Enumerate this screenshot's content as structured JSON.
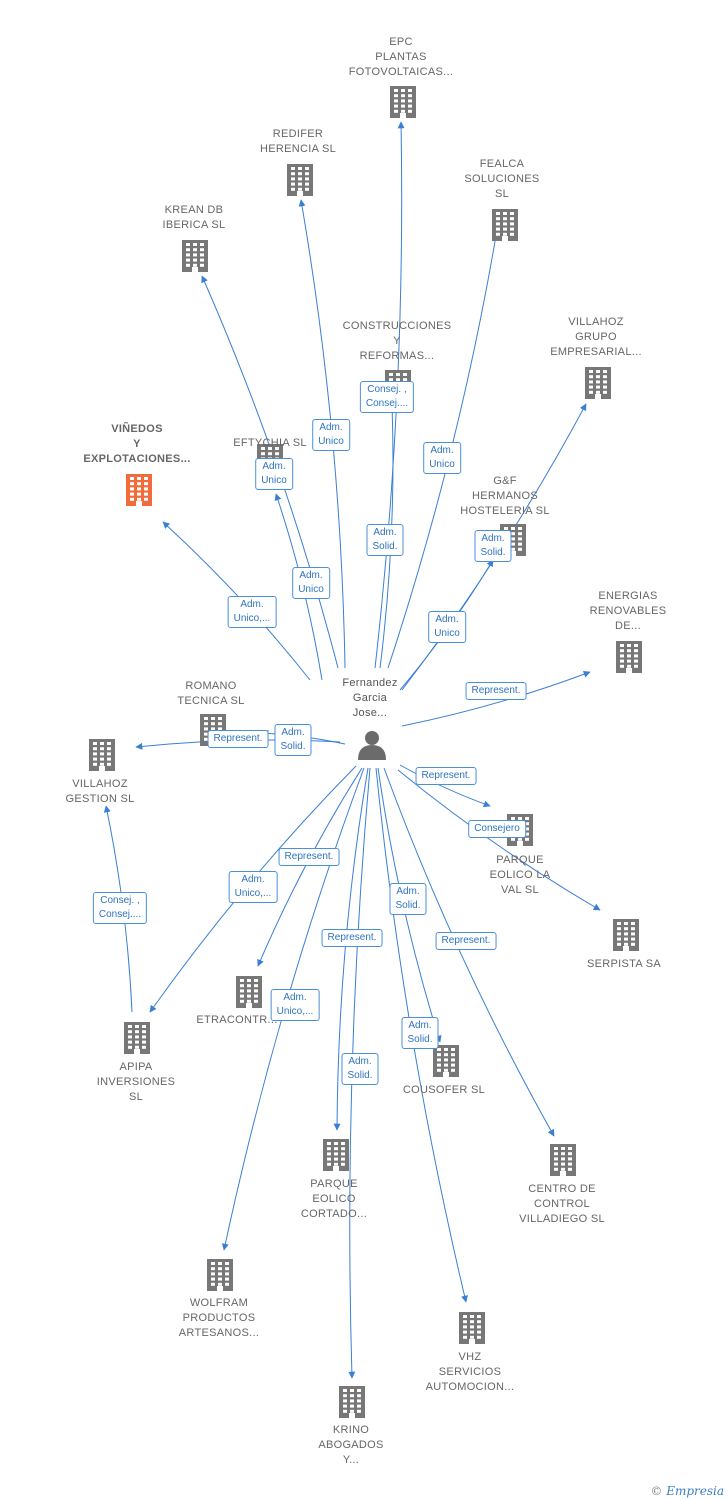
{
  "center": {
    "id": "person",
    "label": "Fernandez\nGarcia\nJose..."
  },
  "nodes": [
    {
      "id": "epc",
      "label": "EPC\nPLANTAS\nFOTOVOLTAICAS...",
      "icon": "building-icon",
      "color": "#777777"
    },
    {
      "id": "redifer",
      "label": "REDIFER\nHERENCIA  SL",
      "icon": "building-icon",
      "color": "#777777"
    },
    {
      "id": "fealca",
      "label": "FEALCA\nSOLUCIONES\nSL",
      "icon": "building-icon",
      "color": "#777777"
    },
    {
      "id": "krean",
      "label": "KREAN DB\nIBERICA  SL",
      "icon": "building-icon",
      "color": "#777777"
    },
    {
      "id": "construcciones",
      "label": "CONSTRUCCIONES\nY\nREFORMAS...",
      "icon": "building-icon",
      "color": "#777777"
    },
    {
      "id": "villahoz_grupo",
      "label": "VILLAHOZ\nGRUPO\nEMPRESARIAL...",
      "icon": "building-icon",
      "color": "#777777"
    },
    {
      "id": "vinedos",
      "label": "VIÑEDOS\nY\nEXPLOTACIONES...",
      "icon": "building-icon",
      "color": "#f26b3a"
    },
    {
      "id": "eftychia",
      "label": "EFTYCHIA  SL",
      "icon": "building-icon",
      "color": "#777777"
    },
    {
      "id": "gf",
      "label": "G&F\nHERMANOS\nHOSTELERIA SL",
      "icon": "building-icon",
      "color": "#777777"
    },
    {
      "id": "energias",
      "label": "ENERGIAS\nRENOVABLES\nDE...",
      "icon": "building-icon",
      "color": "#777777"
    },
    {
      "id": "romano",
      "label": "ROMANO\nTECNICA  SL",
      "icon": "building-icon",
      "color": "#777777"
    },
    {
      "id": "villahoz_gestion",
      "label": "VILLAHOZ\nGESTION  SL",
      "icon": "building-icon",
      "color": "#777777"
    },
    {
      "id": "parque_val",
      "label": "PARQUE\nEOLICO LA\nVAL  SL",
      "icon": "building-icon",
      "color": "#777777"
    },
    {
      "id": "serpista",
      "label": "SERPISTA SA",
      "icon": "building-icon",
      "color": "#777777"
    },
    {
      "id": "etracontrol",
      "label": "ETRACONTR...",
      "icon": "building-icon",
      "color": "#777777"
    },
    {
      "id": "apipa",
      "label": "APIPA\nINVERSIONES\nSL",
      "icon": "building-icon",
      "color": "#777777"
    },
    {
      "id": "cousofer",
      "label": "COUSOFER SL",
      "icon": "building-icon",
      "color": "#777777"
    },
    {
      "id": "parque_cortado",
      "label": "PARQUE\nEOLICO\nCORTADO...",
      "icon": "building-icon",
      "color": "#777777"
    },
    {
      "id": "centro",
      "label": "CENTRO DE\nCONTROL\nVILLADIEGO SL",
      "icon": "building-icon",
      "color": "#777777"
    },
    {
      "id": "wolfram",
      "label": "WOLFRAM\nPRODUCTOS\nARTESANOS...",
      "icon": "building-icon",
      "color": "#777777"
    },
    {
      "id": "vhz",
      "label": "VHZ\nSERVICIOS\nAUTOMOCION...",
      "icon": "building-icon",
      "color": "#777777"
    },
    {
      "id": "krino",
      "label": "KRINO\nABOGADOS\nY...",
      "icon": "building-icon",
      "color": "#777777"
    }
  ],
  "edges": [
    {
      "from": "person",
      "to": "epc",
      "label": "Consej. ,\nConsej...."
    },
    {
      "from": "person",
      "to": "redifer",
      "label": "Adm.\nUnico"
    },
    {
      "from": "person",
      "to": "fealca",
      "label": "Adm.\nUnico"
    },
    {
      "from": "person",
      "to": "krean",
      "label": "Adm.\nUnico"
    },
    {
      "from": "person",
      "to": "construcciones",
      "label": "Adm.\nSolid."
    },
    {
      "from": "person",
      "to": "villahoz_grupo",
      "label": "Adm.\nSolid."
    },
    {
      "from": "person",
      "to": "vinedos",
      "label": "Adm.\nUnico,..."
    },
    {
      "from": "person",
      "to": "eftychia",
      "label": "Adm.\nUnico"
    },
    {
      "from": "person",
      "to": "gf",
      "label": "Adm.\nUnico"
    },
    {
      "from": "person",
      "to": "energias",
      "label": "Represent."
    },
    {
      "from": "person",
      "to": "romano",
      "label": "Adm.\nSolid."
    },
    {
      "from": "person",
      "to": "villahoz_gestion",
      "label": "Represent."
    },
    {
      "from": "person",
      "to": "parque_val",
      "label": "Represent."
    },
    {
      "from": "person",
      "to": "serpista",
      "label": "Consejero"
    },
    {
      "from": "person",
      "to": "etracontrol",
      "label": "Represent."
    },
    {
      "from": "person",
      "to": "apipa",
      "label": "Adm.\nUnico,..."
    },
    {
      "from": "apipa",
      "to": "villahoz_gestion",
      "label": "Consej. ,\nConsej...."
    },
    {
      "from": "person",
      "to": "cousofer",
      "label": "Adm.\nSolid."
    },
    {
      "from": "person",
      "to": "parque_cortado",
      "label": "Represent."
    },
    {
      "from": "person",
      "to": "centro",
      "label": "Represent."
    },
    {
      "from": "person",
      "to": "wolfram",
      "label": "Adm.\nUnico,..."
    },
    {
      "from": "person",
      "to": "vhz",
      "label": "Adm.\nSolid."
    },
    {
      "from": "person",
      "to": "krino",
      "label": "Adm.\nSolid."
    }
  ],
  "watermark": {
    "symbol": "©",
    "brand": "Empresia"
  },
  "colors": {
    "edge": "#3a7fd5",
    "node": "#777777",
    "highlight": "#f26b3a",
    "person": "#6b6b6b"
  }
}
